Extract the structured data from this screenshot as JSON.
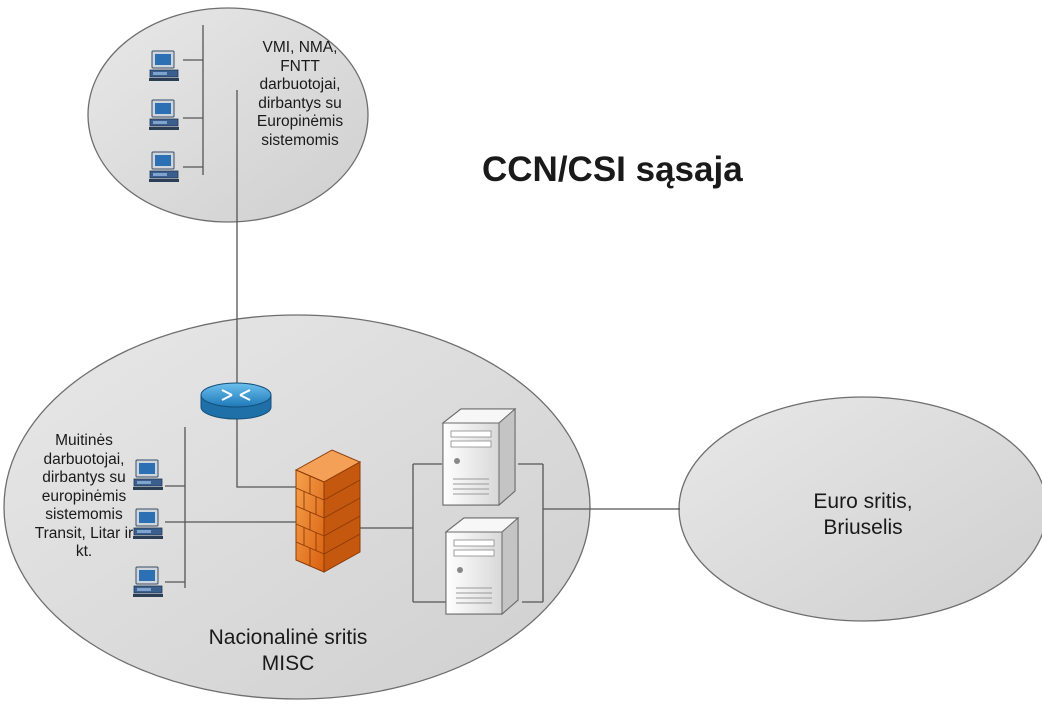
{
  "title": "CCN/CSI sąsaja",
  "zones": {
    "top_users": {
      "lines": [
        "VMI, NMA,",
        "FNTT",
        "darbuotojai,",
        "dirbantys su",
        "Europinėmis",
        "sistemomis"
      ]
    },
    "national": {
      "label_lines": [
        "Nacionalinė sritis",
        "MISC"
      ],
      "users_lines": [
        "Muitinės",
        "darbuotojai,",
        "dirbantys su",
        "europinėmis",
        "sistemomis",
        "Transit, Litar ir",
        "kt."
      ]
    },
    "euro": {
      "label_lines": [
        "Euro sritis,",
        "Briuselis"
      ]
    }
  },
  "icons": [
    "workstation-icon",
    "router-icon",
    "firewall-icon",
    "server-icon"
  ],
  "colors": {
    "ellipse_fill": "#dcdcdc",
    "ellipse_stroke": "#6e6e6e",
    "line": "#555555",
    "router": "#2a86c4",
    "firewall": "#e8791f",
    "workstation": "#2d5f9a"
  }
}
